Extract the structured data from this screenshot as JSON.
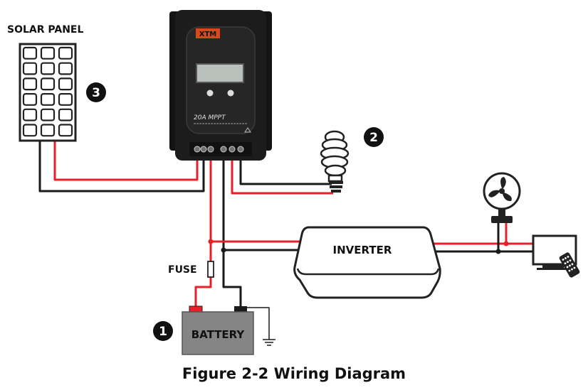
{
  "labels": {
    "solar_panel": "SOLAR PANEL",
    "inverter": "INVERTER",
    "fuse": "FUSE",
    "battery": "BATTERY"
  },
  "markers": {
    "battery_num": "1",
    "load_num": "2",
    "panel_num": "3"
  },
  "controller": {
    "brand": "XTM",
    "model": "20A MPPT"
  },
  "caption": "Figure 2-2 Wiring Diagram",
  "colors": {
    "positive_wire": "#e8202a",
    "negative_wire": "#1a1a1a",
    "controller_body": "#1c1c1c",
    "lcd": "#b9c0bb",
    "battery_body": "#858585",
    "brand_accent": "#d9481c"
  },
  "icons": [
    "solar-panel-icon",
    "charge-controller-icon",
    "light-bulb-icon",
    "fan-icon",
    "tv-icon",
    "remote-icon",
    "ground-icon",
    "fuse-icon"
  ]
}
